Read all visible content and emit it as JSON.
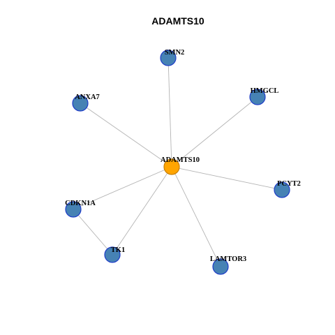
{
  "title": "ADAMTS10",
  "colors": {
    "hub_fill": "#FFA500",
    "hub_stroke": "#C87E00",
    "node_fill": "#4682B4",
    "node_stroke": "#1E3CC8",
    "edge": "#B4B4B4"
  },
  "nodes": [
    {
      "id": "ADAMTS10",
      "label": "ADAMTS10",
      "hub": true
    },
    {
      "id": "SMN2",
      "label": "SMN2",
      "hub": false
    },
    {
      "id": "ANXA7",
      "label": "ANXA7",
      "hub": false
    },
    {
      "id": "HMGCL",
      "label": "HMGCL",
      "hub": false
    },
    {
      "id": "PCYT2",
      "label": "PCYT2",
      "hub": false
    },
    {
      "id": "CDKN1A",
      "label": "CDKN1A",
      "hub": false
    },
    {
      "id": "TK1",
      "label": "TK1",
      "hub": false
    },
    {
      "id": "LAMTOR3",
      "label": "LAMTOR3",
      "hub": false
    }
  ],
  "edges": [
    {
      "source": "ADAMTS10",
      "target": "SMN2"
    },
    {
      "source": "ADAMTS10",
      "target": "ANXA7"
    },
    {
      "source": "ADAMTS10",
      "target": "HMGCL"
    },
    {
      "source": "ADAMTS10",
      "target": "PCYT2"
    },
    {
      "source": "ADAMTS10",
      "target": "CDKN1A"
    },
    {
      "source": "ADAMTS10",
      "target": "TK1"
    },
    {
      "source": "ADAMTS10",
      "target": "LAMTOR3"
    },
    {
      "source": "CDKN1A",
      "target": "TK1"
    }
  ]
}
